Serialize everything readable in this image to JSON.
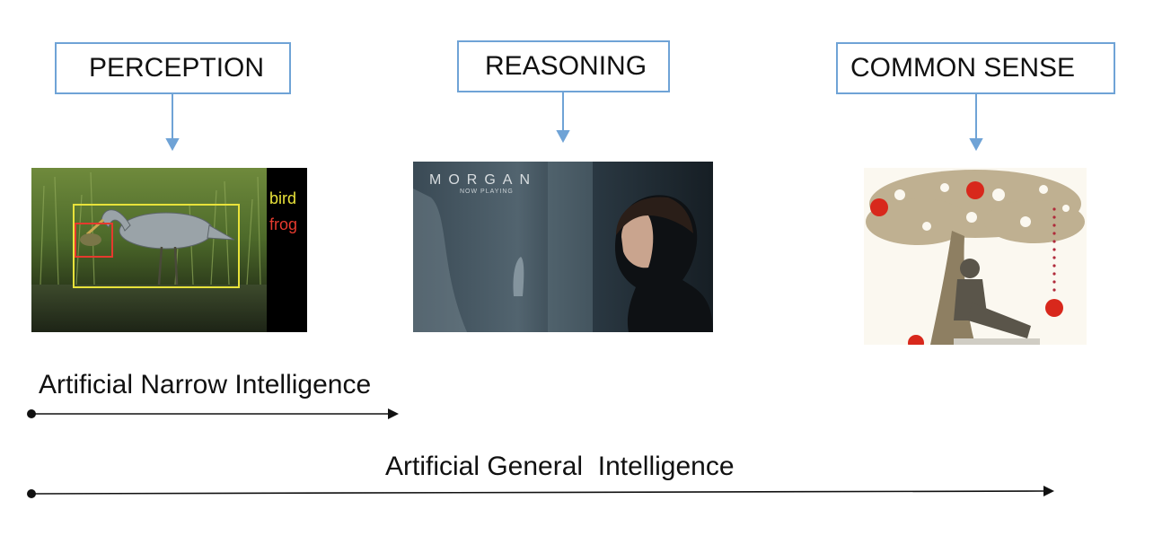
{
  "categories": [
    {
      "title": "PERCEPTION"
    },
    {
      "title": "REASONING"
    },
    {
      "title": "COMMON SENSE"
    }
  ],
  "perception_image": {
    "detections": [
      {
        "label": "bird",
        "color": "#e8e23a"
      },
      {
        "label": "frog",
        "color": "#e53a2e"
      }
    ]
  },
  "reasoning_image": {
    "title": "MORGAN",
    "subtitle": "NOW PLAYING"
  },
  "scopes": {
    "narrow": "Artificial Narrow Intelligence",
    "general": "Artificial General  Intelligence"
  },
  "colors": {
    "box_border": "#6fa3d6",
    "connector": "#6fa3d6",
    "arrow": "#111111"
  }
}
